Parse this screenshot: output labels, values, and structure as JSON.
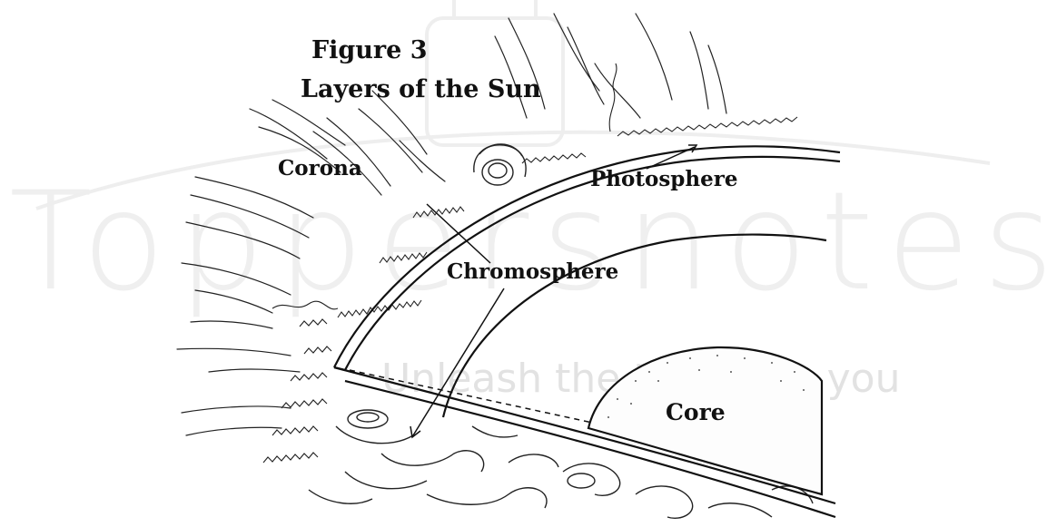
{
  "figure": {
    "title": "Figure 3",
    "subtitle": "Layers of the Sun"
  },
  "labels": {
    "corona": "Corona",
    "photosphere": "Photosphere",
    "chromosphere": "Chromosphere",
    "core": "Core"
  },
  "watermark": {
    "brand": "Toppersnotes",
    "tagline": "Unleash the topper in you"
  },
  "colors": {
    "ink": "#111111",
    "watermark": "#e4e4e4"
  }
}
